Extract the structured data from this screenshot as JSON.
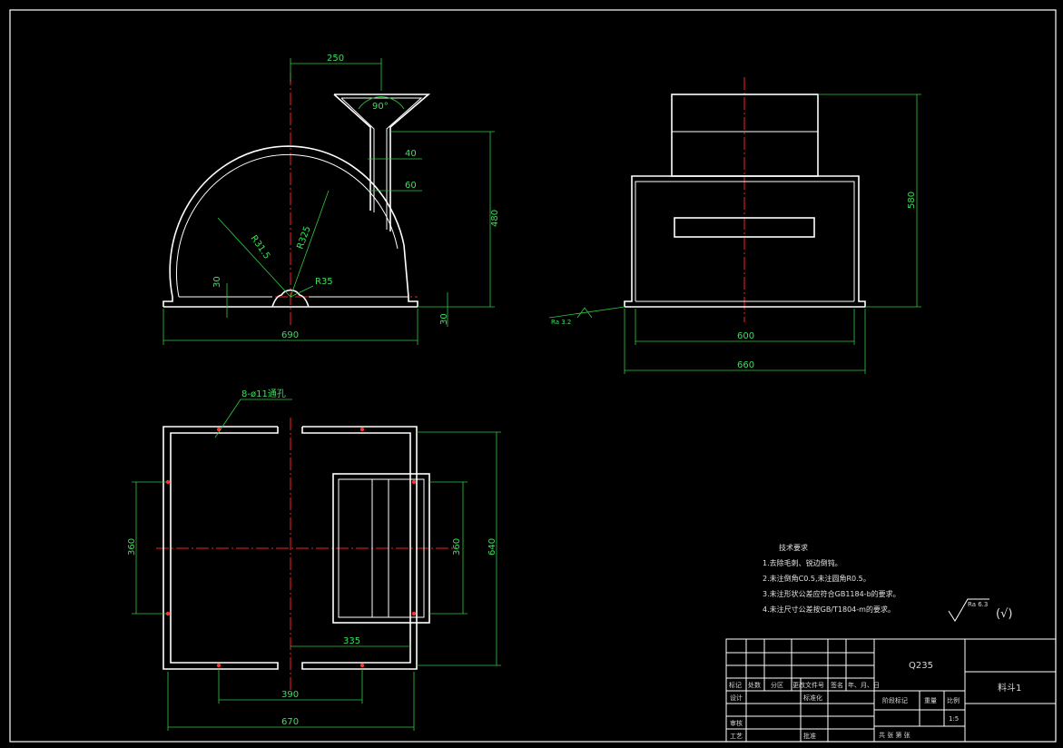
{
  "front_view": {
    "dims": {
      "top_width": "250",
      "funnel_angle": "90°",
      "pipe_a": "40",
      "pipe_b": "60",
      "height": "480",
      "inner_radius": "R31.5",
      "outer_radius": "R325",
      "notch_radius": "R35",
      "base_height": "30",
      "foot_height": "30",
      "width": "690"
    }
  },
  "side_view": {
    "dims": {
      "height": "580",
      "inner_width": "600",
      "outer_width": "660"
    },
    "roughness": "Ra 3.2"
  },
  "top_view": {
    "hole_callout": "8-ø11通孔",
    "dims": {
      "left_span": "360",
      "right_span": "360",
      "depth": "640",
      "box_width": "335",
      "hole_spacing": "390",
      "width": "670"
    }
  },
  "tech_notes": {
    "title": "技术要求",
    "items": [
      "1.去除毛刺、锐边倒钝。",
      "2.未注倒角C0.5,未注圆角R0.5。",
      "3.未注形状公差应符合GB1184-b的要求。",
      "4.未注尺寸公差按GB/T1804-m的要求。"
    ]
  },
  "surface_finish": {
    "value": "Ra 6.3",
    "bracket": "(√)"
  },
  "title_block": {
    "material": "Q235",
    "part_name": "料斗1",
    "scale": "1:5",
    "revision_headers": [
      "标记",
      "处数",
      "分区",
      "更改文件号",
      "签名",
      "年、月、日"
    ],
    "labels": {
      "design": "设计",
      "standardize": "标准化",
      "stage_mark": "阶段标记",
      "weight": "重量",
      "scale": "比例",
      "check": "审核",
      "process": "工艺",
      "approve": "批准",
      "sheet_info": "共 张 第 张"
    }
  }
}
